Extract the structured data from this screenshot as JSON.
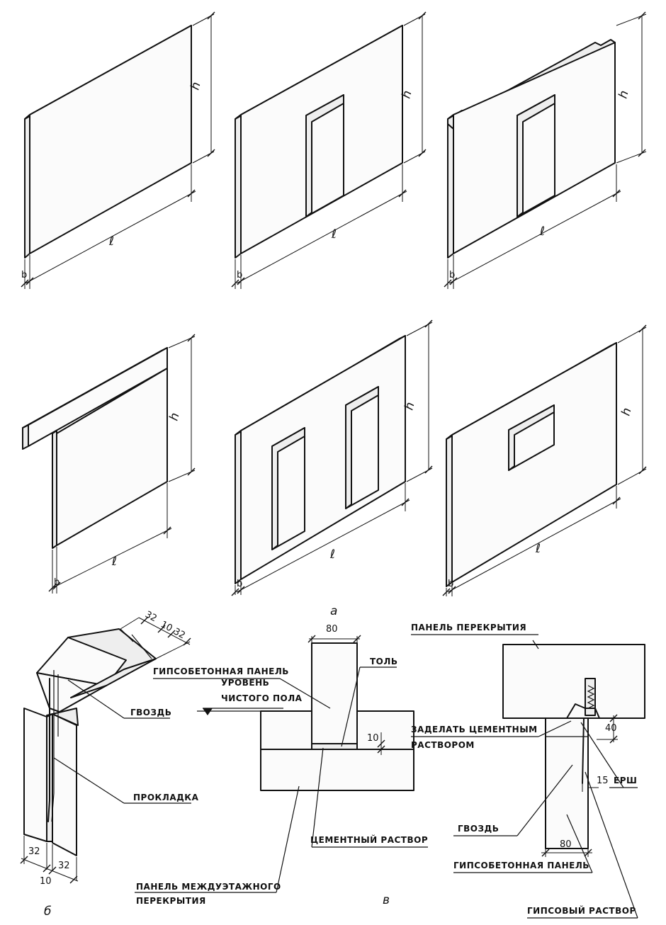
{
  "panels": {
    "dim_h": "h",
    "dim_l": "ℓ",
    "dim_b": "b",
    "caption_a": "a"
  },
  "detail_b": {
    "caption": "б",
    "dims_top": [
      "32",
      "10",
      "32"
    ],
    "dims_bottom": [
      "32",
      "10",
      "32"
    ],
    "labels": {
      "nail": "ГВОЗДЬ",
      "gasket": "ПРОКЛАДКА"
    }
  },
  "detail_v": {
    "caption": "в",
    "dim_width": "80",
    "dim_gap": "10",
    "labels": {
      "gypsum_panel": "ГИПСОБЕТОННАЯ ПАНЕЛЬ",
      "tar_paper": "ТОЛЬ",
      "floor_level_1": "УРОВЕНЬ",
      "floor_level_2": "ЧИСТОГО ПОЛА",
      "cement_mortar": "ЦЕМЕНТНЫЙ РАСТВОР",
      "interfloor_1": "ПАНЕЛЬ МЕЖДУЭТАЖНОГО",
      "interfloor_2": "ПЕРЕКРЫТИЯ"
    }
  },
  "detail_c": {
    "dim_40": "40",
    "dim_15": "15",
    "dim_80": "80",
    "labels": {
      "slab_panel": "ПАНЕЛЬ ПЕРЕКРЫТИЯ",
      "seal_1": "ЗАДЕЛАТЬ ЦЕМЕНТНЫМ",
      "seal_2": "РАСТВОРОМ",
      "ruff": "ЕРШ",
      "nail": "ГВОЗДЬ",
      "gypsum_panel": "ГИПСОБЕТОННАЯ ПАНЕЛЬ",
      "gypsum_mortar": "ГИПСОВЫЙ РАСТВОР"
    }
  }
}
